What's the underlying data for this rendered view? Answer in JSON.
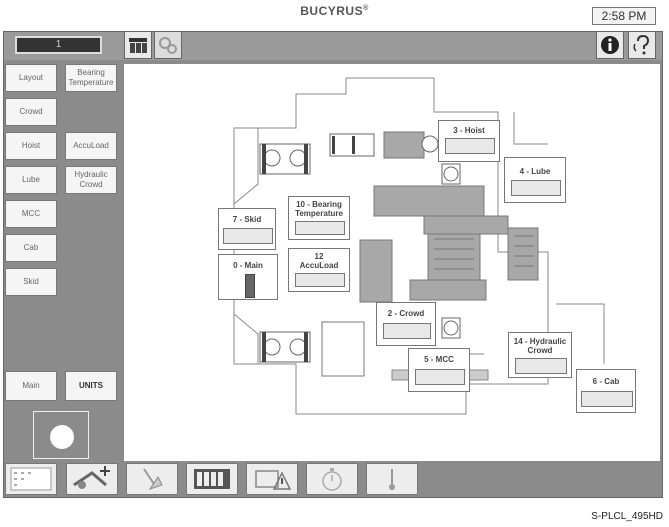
{
  "header": {
    "title": "BUCYRUS",
    "trademark": "®",
    "clock": "2:58 PM",
    "field_value": "1"
  },
  "sidebar": {
    "layout": "Layout",
    "bearing_temperature": "Bearing Temperature",
    "crowd": "Crowd",
    "hoist": "Hoist",
    "accuload": "AccuLoad",
    "lube": "Lube",
    "hydraulic_crowd": "Hydraulic Crowd",
    "mcc": "MCC",
    "cab": "Cab",
    "skid": "Skid",
    "main": "Main",
    "units": "UNITS"
  },
  "map_labels": {
    "hoist": "3 - Hoist",
    "lube": "4 - Lube",
    "skid": "7 - Skid",
    "bearing_temp_l1": "10 - Bearing",
    "bearing_temp_l2": "Temperature",
    "main": "0 - Main",
    "accuload_num": "12",
    "accuload": "AccuLoad",
    "crowd": "2 - Crowd",
    "mcc": "5 - MCC",
    "hyd_crowd_l1": "14 - Hydraulic",
    "hyd_crowd_l2": "Crowd",
    "cab": "6 - Cab"
  },
  "footer": {
    "code": "S-PLCL_495HD"
  },
  "colors": {
    "frame": "#8b8b8b",
    "button": "#f5f5f5",
    "machinery": "#a8a8a8"
  }
}
